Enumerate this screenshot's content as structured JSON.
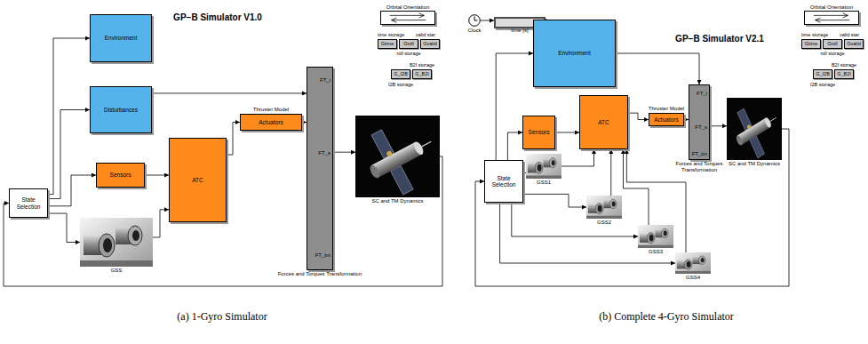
{
  "diagram": {
    "nodes": [
      {
        "text": [
          "Environment"
        ]
      },
      {
        "text": [
          "Disturbances"
        ]
      },
      {
        "text": [
          "Sensors"
        ]
      },
      {
        "text": [
          "ATC"
        ]
      },
      {
        "text": [
          "Thruster Model",
          "Actuators"
        ]
      },
      {
        "text": [
          "FT_i",
          "FT_s",
          "FT_tm",
          "Forces and Torques Transformation"
        ]
      },
      {
        "text": [
          "SC and TM Dynamics"
        ]
      },
      {
        "text": [
          "State Selection"
        ]
      },
      {
        "text": [
          "GSS"
        ]
      },
      {
        "text": [
          "Orbital Orientation"
        ]
      },
      {
        "text": [
          "Gtime"
        ]
      },
      {
        "text": [
          "Groll"
        ]
      },
      {
        "text": [
          "Gvalid"
        ]
      },
      {
        "text": [
          "G_I2B"
        ]
      },
      {
        "text": [
          "G_B2I"
        ]
      },
      {
        "text": [
          "Clock"
        ]
      },
      {
        "text": [
          "time [s]"
        ]
      },
      {
        "text": [
          "Environment"
        ]
      },
      {
        "text": [
          "Sensors"
        ]
      },
      {
        "text": [
          "ATC"
        ]
      },
      {
        "text": [
          "Thruster Model",
          "Actuators"
        ]
      },
      {
        "text": [
          "FT_i",
          "FT_s",
          "FT_tm",
          "Forces and Torques Transformation"
        ]
      },
      {
        "text": [
          "SC and TM Dynamics"
        ]
      },
      {
        "text": [
          "State Selection"
        ]
      },
      {
        "text": [
          "GSS1"
        ]
      },
      {
        "text": [
          "GSS2"
        ]
      },
      {
        "text": [
          "GSS3"
        ]
      },
      {
        "text": [
          "GSS4"
        ]
      },
      {
        "text": [
          "Orbital Orientation"
        ]
      },
      {
        "text": [
          "Gtime"
        ]
      },
      {
        "text": [
          "Groll"
        ]
      },
      {
        "text": [
          "Gvalid"
        ]
      },
      {
        "text": [
          "G_I2B"
        ]
      },
      {
        "text": [
          "G_B2I"
        ]
      }
    ],
    "edges": [
      {
        "from": 7,
        "to": 0,
        "arrow": "to"
      },
      {
        "from": 7,
        "to": 1,
        "arrow": "to"
      },
      {
        "from": 7,
        "to": 2,
        "arrow": "to"
      },
      {
        "from": 7,
        "to": 8,
        "arrow": "to"
      },
      {
        "from": 2,
        "to": 3,
        "arrow": "to"
      },
      {
        "from": 8,
        "to": 3,
        "arrow": "to"
      },
      {
        "from": 3,
        "to": 4,
        "arrow": "to"
      },
      {
        "from": 1,
        "to": 5,
        "arrow": "to"
      },
      {
        "from": 4,
        "to": 5,
        "arrow": "to"
      },
      {
        "from": 5,
        "to": 6,
        "arrow": "to"
      },
      {
        "from": 6,
        "to": 7,
        "arrow": "to"
      },
      {
        "from": 15,
        "to": 16,
        "arrow": "to"
      },
      {
        "from": 23,
        "to": 17,
        "arrow": "to"
      },
      {
        "from": 23,
        "to": 18,
        "arrow": "to"
      },
      {
        "from": 23,
        "to": 24,
        "arrow": "to"
      },
      {
        "from": 23,
        "to": 25,
        "arrow": "to"
      },
      {
        "from": 23,
        "to": 26,
        "arrow": "to"
      },
      {
        "from": 23,
        "to": 27,
        "arrow": "to"
      },
      {
        "from": 18,
        "to": 19,
        "arrow": "to"
      },
      {
        "from": 24,
        "to": 19,
        "arrow": "to"
      },
      {
        "from": 25,
        "to": 19,
        "arrow": "to"
      },
      {
        "from": 26,
        "to": 19,
        "arrow": "to"
      },
      {
        "from": 27,
        "to": 19,
        "arrow": "to"
      },
      {
        "from": 19,
        "to": 20,
        "arrow": "to"
      },
      {
        "from": 20,
        "to": 21,
        "arrow": "to"
      },
      {
        "from": 17,
        "to": 21,
        "arrow": "to"
      },
      {
        "from": 21,
        "to": 22,
        "arrow": "to"
      },
      {
        "from": 22,
        "to": 23,
        "arrow": "to"
      }
    ],
    "labels": [
      "GP−B Simulator V1.0",
      "time storage",
      "valid star",
      "roll storage",
      "B2I storage",
      "I2B storage",
      "GP−B Simulator V2.1",
      "time storage",
      "valid star",
      "roll storage",
      "B2I storage",
      "I2B storage",
      "(a) 1-Gyro Simulator",
      "(b) Complete 4-Gyro Simulator"
    ]
  }
}
